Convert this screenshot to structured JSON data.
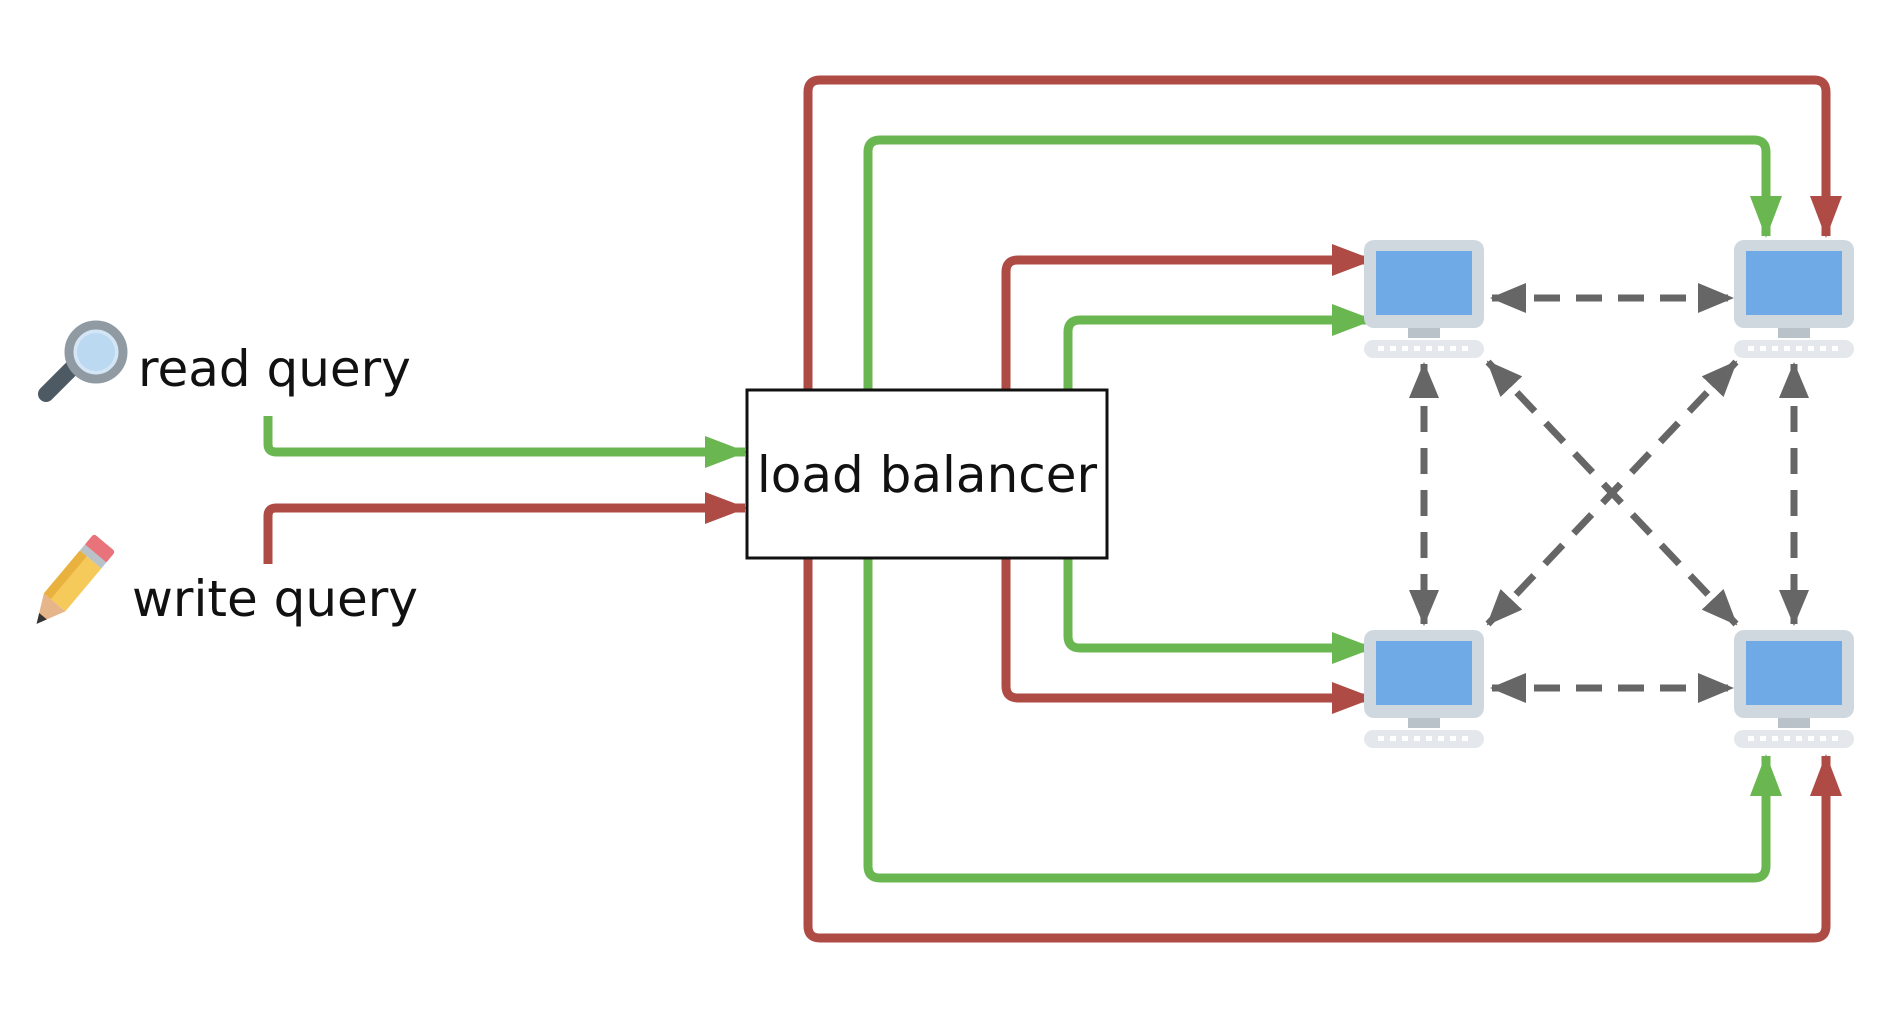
{
  "labels": {
    "read_query": "read query",
    "write_query": "write query",
    "load_balancer": "load balancer"
  },
  "colors": {
    "read": "#6ab752",
    "write": "#ae4b45",
    "replication": "#666666",
    "background": "#ffffff"
  },
  "icons": {
    "read": "magnifying-glass-icon",
    "write": "pencil-icon",
    "server": "computer-icon"
  }
}
